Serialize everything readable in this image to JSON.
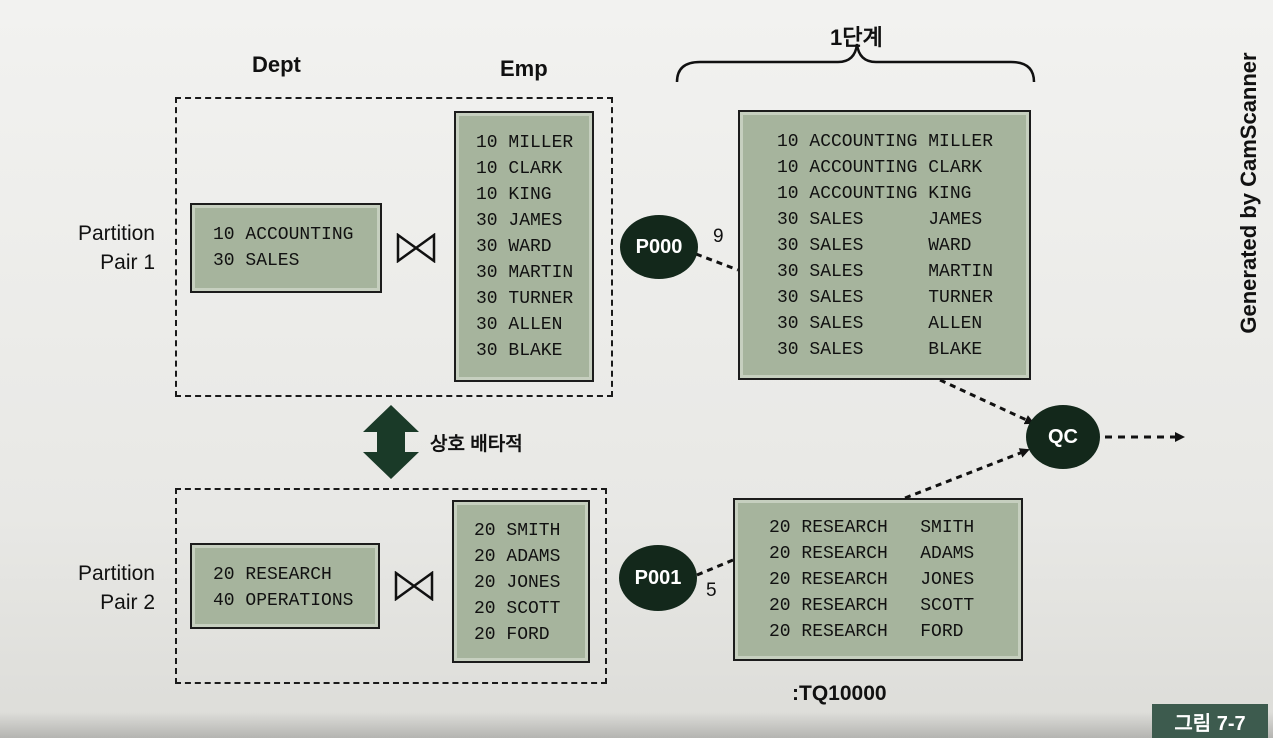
{
  "headers": {
    "dept": "Dept",
    "emp": "Emp",
    "stage": "1단계",
    "tq": ":TQ10000"
  },
  "partition1": {
    "label_line1": "Partition",
    "label_line2": "Pair 1",
    "dept_rows": [
      "10 ACCOUNTING",
      "30 SALES"
    ],
    "emp_rows": [
      "10 MILLER",
      "10 CLARK",
      "10 KING",
      "30 JAMES",
      "30 WARD",
      "30 MARTIN",
      "30 TURNER",
      "30 ALLEN",
      "30 BLAKE"
    ],
    "result_rows": [
      "10 ACCOUNTING MILLER",
      "10 ACCOUNTING CLARK",
      "10 ACCOUNTING KING",
      "30 SALES      JAMES",
      "30 SALES      WARD",
      "30 SALES      MARTIN",
      "30 SALES      TURNER",
      "30 SALES      ALLEN",
      "30 SALES      BLAKE"
    ]
  },
  "partition2": {
    "label_line1": "Partition",
    "label_line2": "Pair 2",
    "dept_rows": [
      "20 RESEARCH",
      "40 OPERATIONS"
    ],
    "emp_rows": [
      "20 SMITH",
      "20 ADAMS",
      "20 JONES",
      "20 SCOTT",
      "20 FORD"
    ],
    "result_rows": [
      "20 RESEARCH   SMITH",
      "20 RESEARCH   ADAMS",
      "20 RESEARCH   JONES",
      "20 RESEARCH   SCOTT",
      "20 RESEARCH   FORD"
    ]
  },
  "processes": {
    "p000": {
      "label": "P000",
      "count": "9"
    },
    "p001": {
      "label": "P001",
      "count": "5"
    },
    "qc": {
      "label": "QC"
    }
  },
  "mutual_exclusive": "상호 배타적",
  "figure_label": "그림 7-7",
  "watermark": "Generated by CamScanner",
  "colors": {
    "box_fill": "#a6b49d",
    "circle_fill": "#13281b",
    "arrow_fill": "#1a3a28",
    "figure_tag": "#3d5b4e"
  }
}
